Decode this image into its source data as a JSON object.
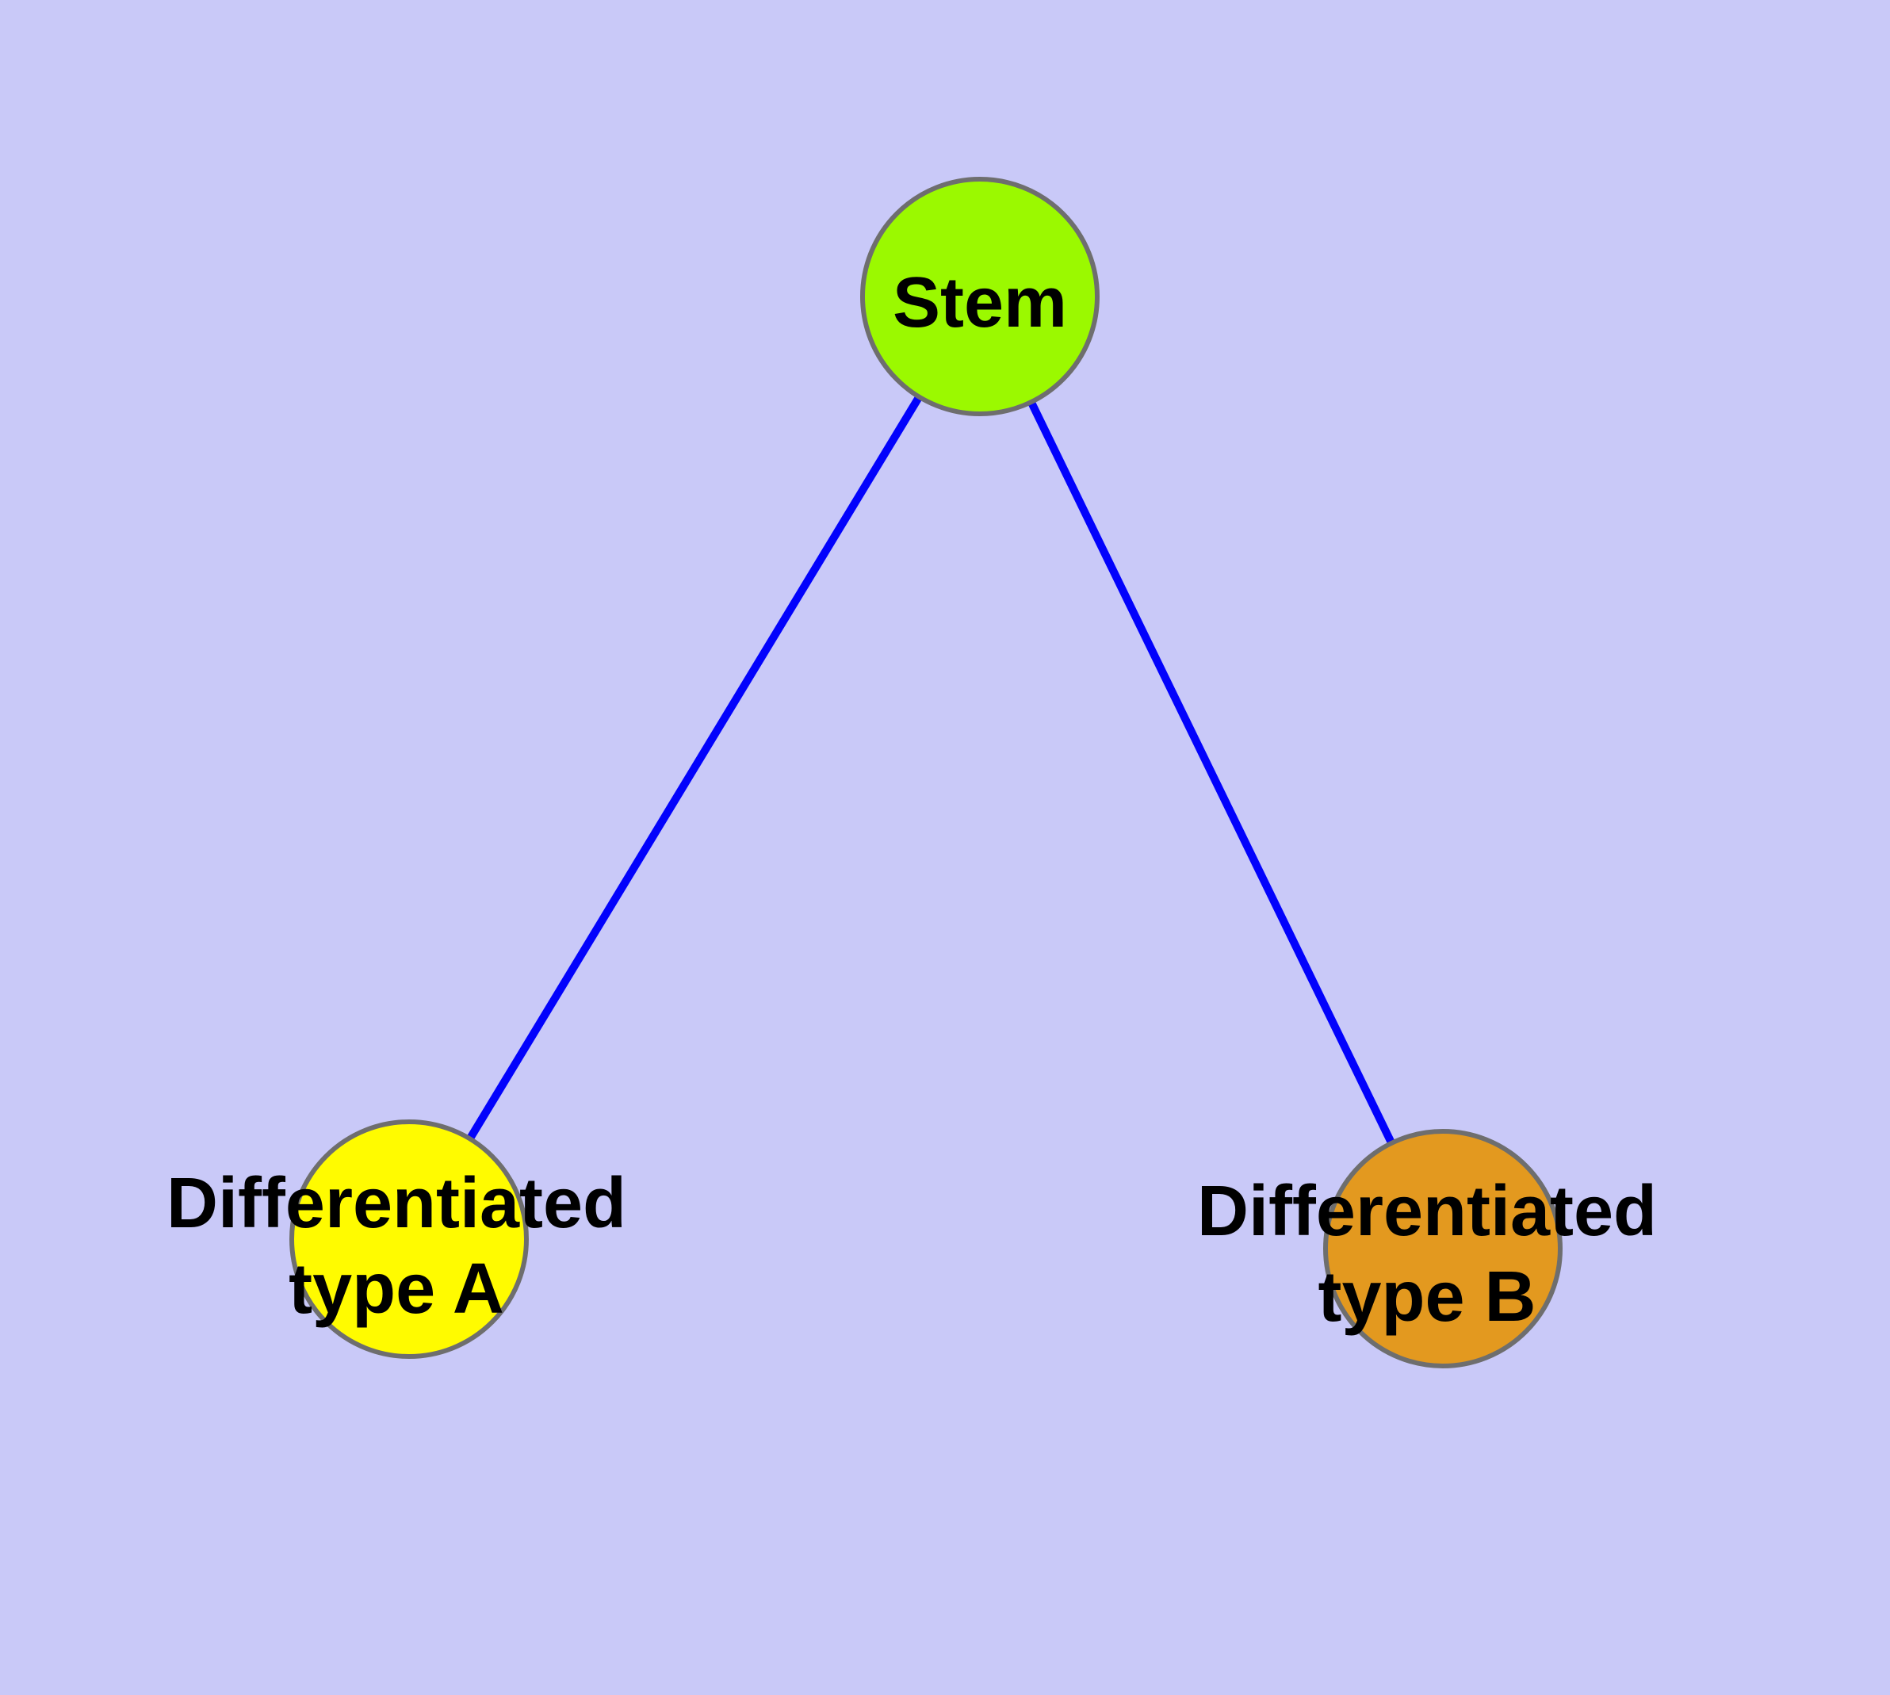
{
  "graph": {
    "title": "Stem cell differentiation diagram",
    "background_color": "#c9c9f8",
    "edge_color": "#0202fc",
    "node_border_color": "#6e6e6e",
    "text_color": "#000000",
    "nodes": [
      {
        "id": "stem",
        "label": "Stem",
        "lines": [
          "Stem"
        ],
        "fill": "#9bf900"
      },
      {
        "id": "differentiated-type-a",
        "label": "Differentiated type A",
        "lines": [
          "Differentiated",
          "type A"
        ],
        "fill": "#fffb00"
      },
      {
        "id": "differentiated-type-b",
        "label": "Differentiated type B",
        "lines": [
          "Differentiated",
          "type B"
        ],
        "fill": "#e3991f"
      }
    ],
    "edges": [
      {
        "from": "Stem",
        "to": "Differentiated type A"
      },
      {
        "from": "Stem",
        "to": "Differentiated type B"
      }
    ]
  }
}
